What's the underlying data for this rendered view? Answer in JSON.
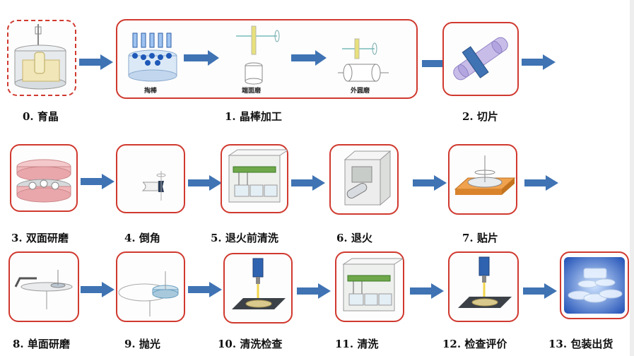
{
  "steps": [
    {
      "label": "0. 育晶"
    },
    {
      "label": "1. 晶棒加工"
    },
    {
      "label": "2. 切片"
    },
    {
      "label": "3. 双面研磨"
    },
    {
      "label": "4. 倒角"
    },
    {
      "label": "5. 退火前清洗"
    },
    {
      "label": "6. 退火"
    },
    {
      "label": "7. 贴片"
    },
    {
      "label": "8. 单面研磨"
    },
    {
      "label": "9. 抛光"
    },
    {
      "label": "10. 清洗检查"
    },
    {
      "label": "11. 清洗"
    },
    {
      "label": "12. 检查评价"
    },
    {
      "label": "13. 包装出货"
    }
  ],
  "sub_labels": [
    "掏棒",
    "端面磨",
    "外圆磨"
  ],
  "colors": {
    "border": "#d0392f",
    "arrow": "#3f73b3"
  }
}
